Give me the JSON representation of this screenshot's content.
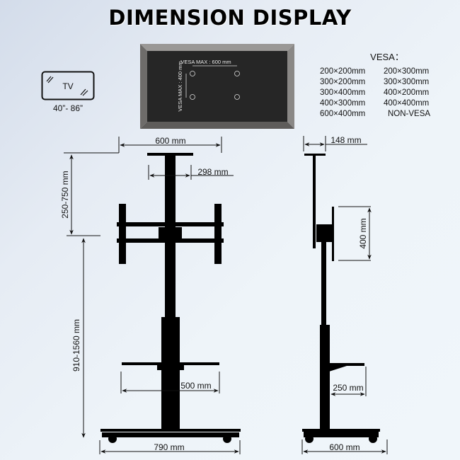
{
  "title": "DIMENSION DISPLAY",
  "tv_icon": {
    "label": "TV",
    "size_range": "40”- 86”"
  },
  "vesa_panel": {
    "horizontal_label": "VESA MAX : 600 mm",
    "vertical_label": "VESA MAX : 400 mm"
  },
  "vesa": {
    "title": "VESA：",
    "sizes": [
      [
        "200×200mm",
        "200×300mm"
      ],
      [
        "300×200mm",
        "300×300mm"
      ],
      [
        "300×400mm",
        "400×200mm"
      ],
      [
        "400×300mm",
        "400×400mm"
      ],
      [
        "600×400mm",
        "NON-VESA"
      ]
    ]
  },
  "front_view": {
    "top_width": "600 mm",
    "head_width": "298 mm",
    "mount_height_range": "250-750 mm",
    "total_height_range": "910-1560 mm",
    "shelf_width": "500 mm",
    "base_width": "790 mm"
  },
  "side_view": {
    "top_depth": "148 mm",
    "bracket_height": "400 mm",
    "shelf_depth": "250 mm",
    "base_depth": "600 mm"
  },
  "colors": {
    "stand": "#000000",
    "panel": "#2a2a2a",
    "bezel": "#7a7876",
    "background": "#e8eef6"
  }
}
